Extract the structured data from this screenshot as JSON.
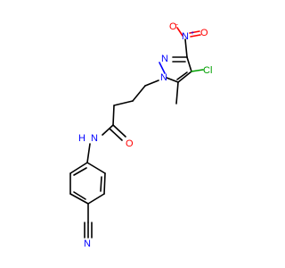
{
  "atoms": {
    "n1": "N",
    "n2": "N",
    "nitro_n": "N",
    "nitro_plus": "+",
    "nitro_o1": "O",
    "nitro_o2": "O",
    "nitro_minus": "−",
    "cl": "Cl",
    "amide_o": "O",
    "amide_n": "N",
    "amide_h": "H",
    "nitrile_n": "N"
  },
  "colors": {
    "bond": "#000000",
    "nitrogen": "#0000ff",
    "oxygen": "#ff0000",
    "chlorine": "#00a000"
  }
}
